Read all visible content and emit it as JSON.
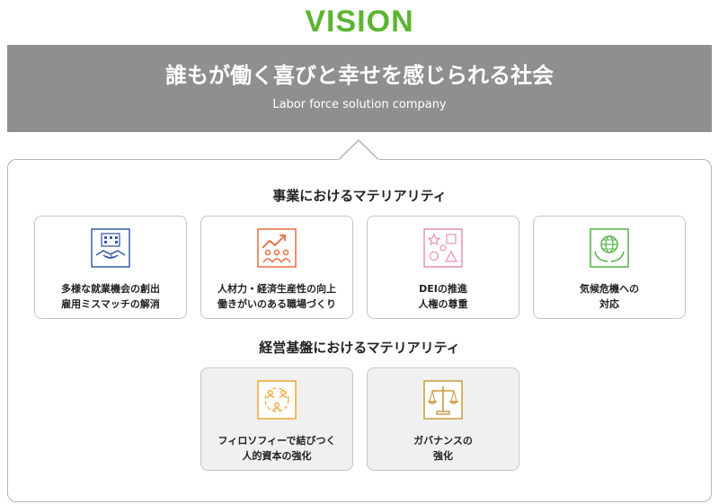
{
  "vision": {
    "title": "VISION",
    "main": "誰もが働く喜びと幸せを感じられる社会",
    "sub": "Labor force solution company"
  },
  "sections": [
    {
      "title": "事業におけるマテリアリティ",
      "items": [
        {
          "line1": "多様な就業機会の創出",
          "line2": "雇用ミスマッチの解消",
          "icon": "handshake-building-icon",
          "color": "#3d5aa8"
        },
        {
          "line1": "人材力・経済生産性の向上",
          "line2": "働きがいのある職場づくり",
          "icon": "growth-people-icon",
          "color": "#ea6a3c"
        },
        {
          "line1": "DEIの推進",
          "line2": "人権の尊重",
          "icon": "diverse-shapes-icon",
          "color": "#e98fb6"
        },
        {
          "line1": "気候危機への",
          "line2": "対応",
          "icon": "globe-hands-icon",
          "color": "#55b047"
        }
      ]
    },
    {
      "title": "経営基盤におけるマテリアリティ",
      "items": [
        {
          "line1": "フィロソフィーで結びつく",
          "line2": "人的資本の強化",
          "icon": "people-network-icon",
          "color": "#f0a531"
        },
        {
          "line1": "ガバナンスの",
          "line2": "強化",
          "icon": "scales-icon",
          "color": "#c89a3e"
        }
      ]
    }
  ]
}
